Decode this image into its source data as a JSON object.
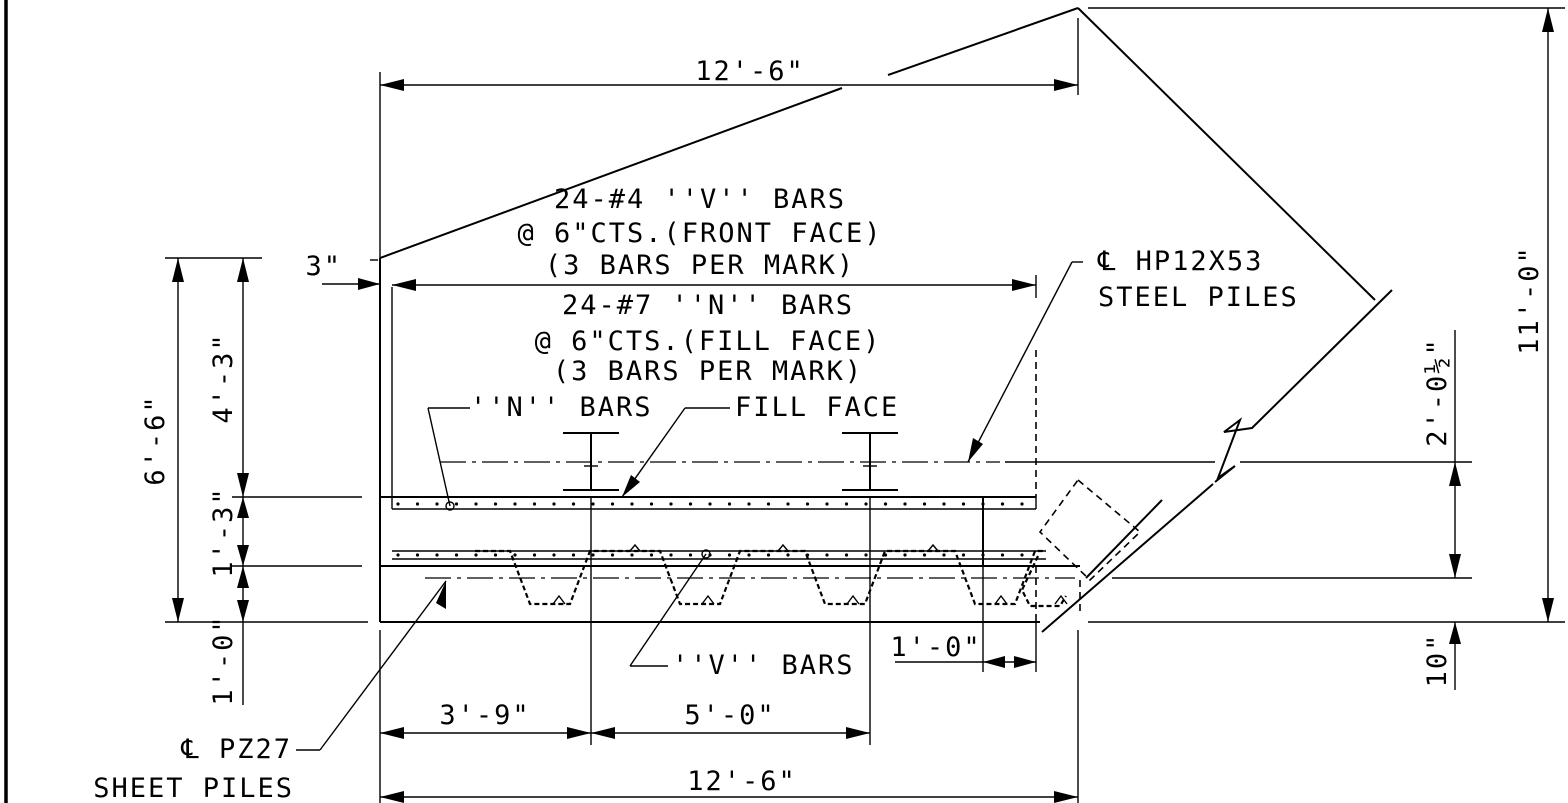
{
  "dims": {
    "top_overall": "12'-6\"",
    "bottom_overall": "12'-6\"",
    "left_offset": "3\"",
    "total_height_left": "6'-6\"",
    "upper_height": "4'-3\"",
    "mid_height": "1'-3\"",
    "below_base": "1'-0\"",
    "spacing_first": "3'-9\"",
    "spacing_second": "5'-0\"",
    "right_edge": "1'-0\"",
    "overall_height_right": "11'-0\"",
    "pile_height_right": "2'-0½\"",
    "bottom_right": "10\""
  },
  "notes": {
    "v_bars_line1": "24-#4 ''V'' BARS",
    "v_bars_line2": "@ 6\"CTS.(FRONT FACE)",
    "v_bars_line3": "(3 BARS PER MARK)",
    "n_bars_line1": "24-#7 ''N'' BARS",
    "n_bars_line2": "@ 6\"CTS.(FILL FACE)",
    "n_bars_line3": "(3 BARS PER MARK)",
    "steel_piles_line1": "℄ HP12X53",
    "steel_piles_line2": "STEEL PILES",
    "n_bars_callout": "''N'' BARS",
    "fill_face_callout": "FILL FACE",
    "v_bars_callout": "''V'' BARS",
    "sheet_piles_line1": "℄ PZ27",
    "sheet_piles_line2": "SHEET PILES"
  }
}
